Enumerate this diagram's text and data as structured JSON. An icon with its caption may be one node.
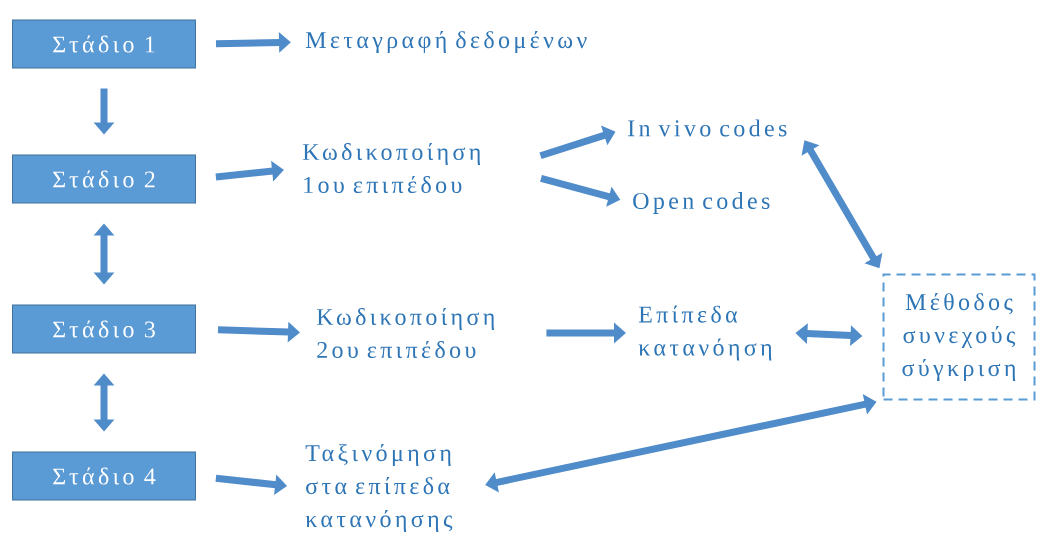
{
  "diagram": {
    "nodes": [
      {
        "text": [
          "Στάδιο 1"
        ]
      },
      {
        "text": [
          "Στάδιο 2"
        ]
      },
      {
        "text": [
          "Στάδιο 3"
        ]
      },
      {
        "text": [
          "Στάδιο 4"
        ]
      },
      {
        "text": [
          "Μεταγραφή δεδομένων"
        ]
      },
      {
        "text": [
          "Κωδικοποίηση 1ου επιπέδου"
        ]
      },
      {
        "text": [
          "In vivo codes"
        ]
      },
      {
        "text": [
          "Open codes"
        ]
      },
      {
        "text": [
          "Κωδικοποίηση 2ου επιπέδου"
        ]
      },
      {
        "text": [
          "Επίπεδα κατανόηση"
        ]
      },
      {
        "text": [
          "Μέθοδος συνεχούς σύγκριση"
        ]
      },
      {
        "text": [
          "Ταξινόμηση στα επίπεδα κατανόησης"
        ]
      }
    ],
    "edges": [
      {
        "from": 0,
        "to": 4,
        "arrow": "to"
      },
      {
        "from": 0,
        "to": 1,
        "arrow": "to"
      },
      {
        "from": 1,
        "to": 5,
        "arrow": "to"
      },
      {
        "from": 5,
        "to": 6,
        "arrow": "to"
      },
      {
        "from": 5,
        "to": 7,
        "arrow": "to"
      },
      {
        "from": 6,
        "to": 10,
        "arrow": "both"
      },
      {
        "from": 1,
        "to": 2,
        "arrow": "both"
      },
      {
        "from": 2,
        "to": 8,
        "arrow": "to"
      },
      {
        "from": 8,
        "to": 9,
        "arrow": "to"
      },
      {
        "from": 9,
        "to": 10,
        "arrow": "both"
      },
      {
        "from": 2,
        "to": 3,
        "arrow": "both"
      },
      {
        "from": 3,
        "to": 11,
        "arrow": "to"
      },
      {
        "from": 10,
        "to": 11,
        "arrow": "both"
      }
    ]
  }
}
